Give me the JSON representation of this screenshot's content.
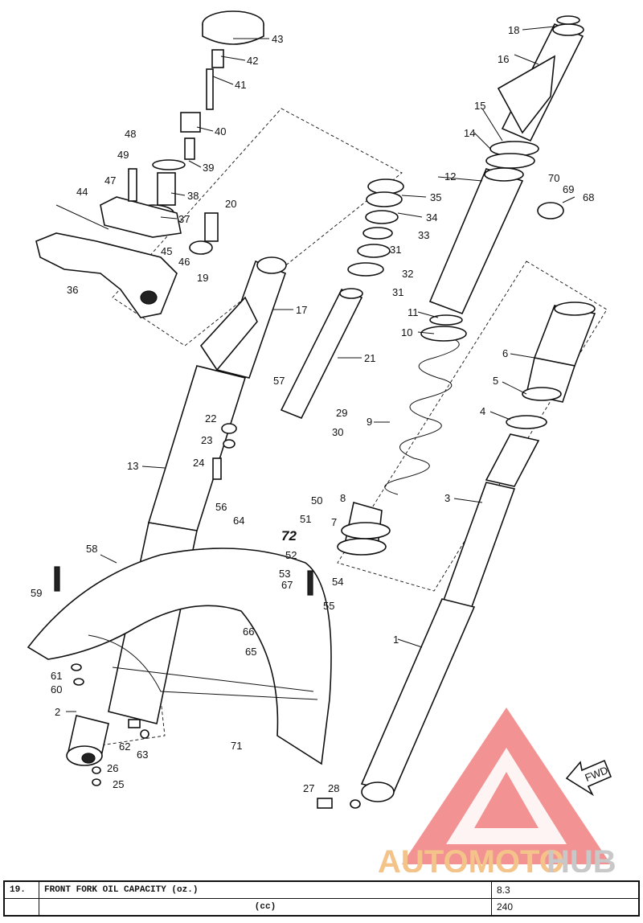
{
  "diagram": {
    "part_labels": [
      "1",
      "2",
      "3",
      "4",
      "5",
      "6",
      "7",
      "8",
      "9",
      "10",
      "11",
      "12",
      "13",
      "14",
      "15",
      "16",
      "17",
      "18",
      "19",
      "20",
      "21",
      "22",
      "23",
      "24",
      "25",
      "26",
      "27",
      "28",
      "29",
      "30",
      "31",
      "31",
      "32",
      "33",
      "34",
      "35",
      "36",
      "37",
      "38",
      "39",
      "40",
      "41",
      "42",
      "43",
      "44",
      "45",
      "46",
      "47",
      "48",
      "49",
      "50",
      "51",
      "52",
      "53",
      "54",
      "55",
      "56",
      "57",
      "58",
      "59",
      "60",
      "61",
      "62",
      "63",
      "64",
      "65",
      "66",
      "67",
      "68",
      "69",
      "70",
      "71",
      "72"
    ],
    "fwd_label": "FWD",
    "watermark": {
      "text_a": "AUTOMOTO",
      "text_b": "HUB",
      "color_a": "#f4c38a",
      "color_b": "#c8c8c8",
      "logo_color": "#f08080"
    }
  },
  "spec_table": {
    "row1": {
      "num": "19.",
      "label": "FRONT FORK OIL CAPACITY (oz.)",
      "value": "8.3"
    },
    "row2": {
      "unit": "(cc)",
      "value": "240"
    }
  }
}
